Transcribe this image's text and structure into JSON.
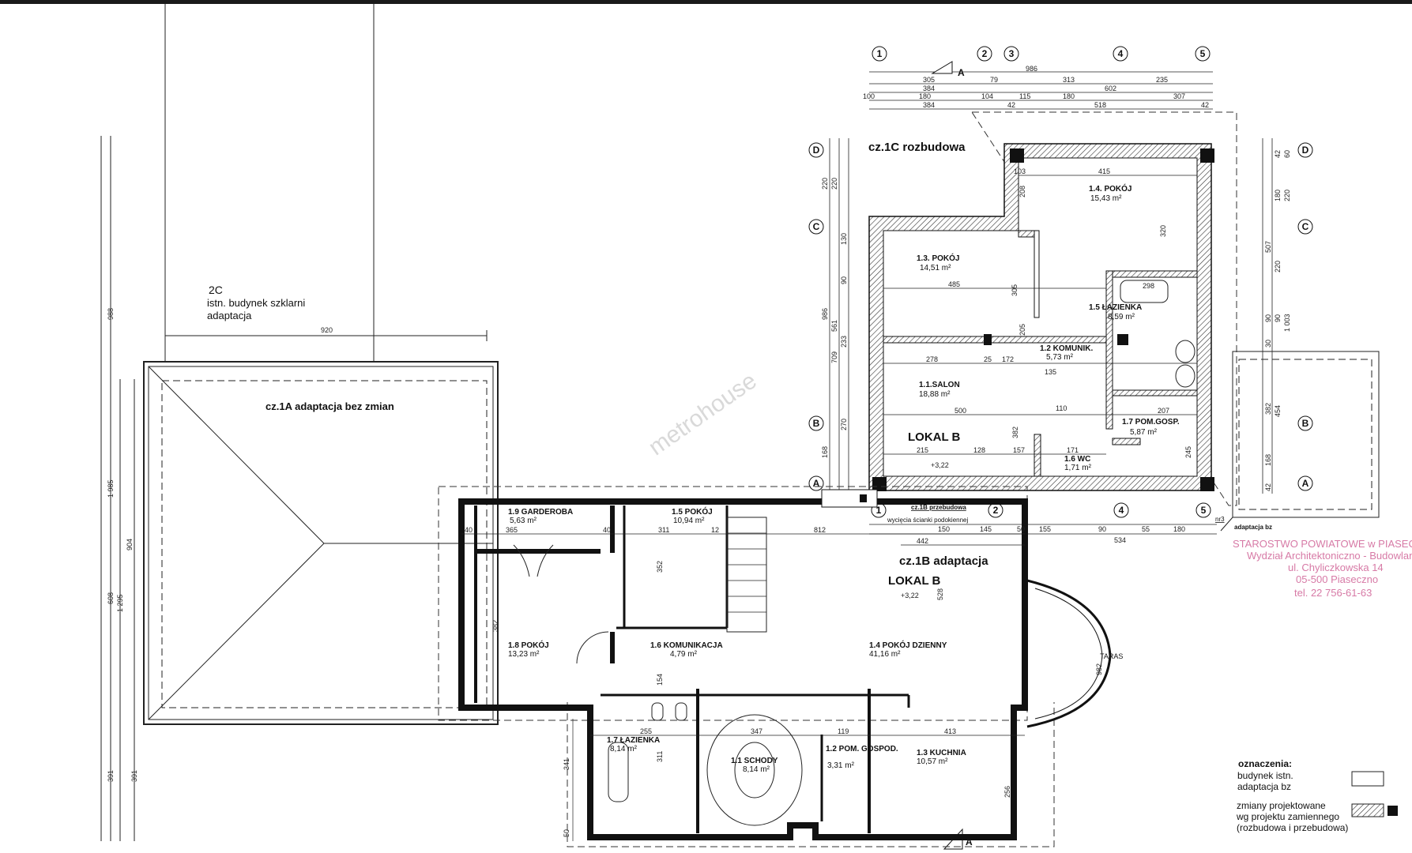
{
  "watermark": "metrohouse",
  "left_building": {
    "code": "2C",
    "name": "istn. budynek szklarni",
    "status": "adaptacja",
    "width_dim": "920",
    "part_label": "cz.1A adaptacja bez zmian",
    "vertical_dims": [
      "988",
      "1 985",
      "904",
      "1 295",
      "608",
      "391",
      "391"
    ]
  },
  "upper_building": {
    "part_label": "cz.1C rozbudowa",
    "lokal": "LOKAL B",
    "level": "+3,22",
    "rooms": [
      {
        "name": "1.4. POKÓJ",
        "area": "15,43 m²"
      },
      {
        "name": "1.3. POKÓJ",
        "area": "14,51 m²"
      },
      {
        "name": "1.5 ŁAZIENKA",
        "area": "8,59 m²"
      },
      {
        "name": "1.2 KOMUNIK.",
        "area": "5,73 m²"
      },
      {
        "name": "1.1.SALON",
        "area": "18,88 m²"
      },
      {
        "name": "1.7 POM.GOSP.",
        "area": "5,87 m²"
      },
      {
        "name": "1.6 WC",
        "area": "1,71 m²"
      }
    ],
    "dims": [
      "103",
      "415",
      "208",
      "320",
      "485",
      "305",
      "205",
      "278",
      "25",
      "172",
      "135",
      "500",
      "382",
      "215",
      "128",
      "157",
      "171",
      "110",
      "207",
      "245",
      "298"
    ],
    "top_dims_rows": [
      [
        "986"
      ],
      [
        "305",
        "79",
        "313",
        "235"
      ],
      [
        "384",
        "602"
      ],
      [
        "100",
        "180",
        "104",
        "115",
        "180",
        "307"
      ],
      [
        "384",
        "42",
        "518",
        "42"
      ]
    ],
    "left_dims": [
      "220",
      "220",
      "130",
      "90",
      "986",
      "561",
      "709",
      "233",
      "270",
      "168"
    ],
    "right_dims": [
      "42",
      "60",
      "180",
      "220",
      "507",
      "220",
      "90",
      "1 003",
      "90",
      "30",
      "382",
      "454",
      "168",
      "42"
    ]
  },
  "axes": {
    "columns": [
      "1",
      "2",
      "3",
      "4",
      "5"
    ],
    "bottom_columns": [
      "1",
      "2",
      "4",
      "5"
    ],
    "rows": [
      "D",
      "C",
      "B",
      "A"
    ],
    "section": "A"
  },
  "lower_building": {
    "part_label": "cz.1B adaptacja",
    "lokal": "LOKAL B",
    "level": "+3,22",
    "note_title": "cz.1B przebudowa",
    "note_text": "wycięcia ścianki podokiennej",
    "terrace": "TARAS",
    "rooms": [
      {
        "name": "1.9 GARDEROBA",
        "area": "5,63 m²"
      },
      {
        "name": "1.5 POKÓJ",
        "area": "10,94 m²"
      },
      {
        "name": "1.8 POKÓJ",
        "area": "13,23 m²"
      },
      {
        "name": "1.6 KOMUNIKACJA",
        "area": "4,79 m²"
      },
      {
        "name": "1.4 POKÓJ DZIENNY",
        "area": "41,16 m²"
      },
      {
        "name": "1.7 ŁAZIENKA",
        "area": "8,14 m²"
      },
      {
        "name": "1.1 SCHODY",
        "area": "8,14 m²"
      },
      {
        "name": "1.2 POM. GOSPOD.",
        "area": "3,31 m²"
      },
      {
        "name": "1.3 KUCHNIA",
        "area": "10,57 m²"
      }
    ],
    "dims": [
      "40",
      "365",
      "40",
      "311",
      "12",
      "812",
      "442",
      "150",
      "145",
      "50",
      "155",
      "90",
      "55",
      "180",
      "534",
      "352",
      "528",
      "382",
      "154",
      "255",
      "347",
      "119",
      "413",
      "341",
      "311",
      "256",
      "982",
      "50"
    ]
  },
  "right_annex": {
    "label": "adaptacja bz",
    "tag": "nr3"
  },
  "stamp": [
    "STAROSTWO POWIATOWE w PIASECZNIE",
    "Wydział Architektoniczno - Budowlany",
    "ul. Chyliczkowska 14",
    "05-500 Piaseczno",
    "tel. 22 756-61-63"
  ],
  "legend": {
    "title": "oznaczenia:",
    "items": [
      {
        "label1": "budynek istn.",
        "label2": "adaptacja bz"
      },
      {
        "label1": "zmiany projektowane",
        "label2": "wg projektu zamiennego",
        "label3": "(rozbudowa i przebudowa)"
      }
    ]
  },
  "colors": {
    "line": "#111111",
    "stamp": "#d77aa6",
    "watermark": "#c9c9c9"
  }
}
